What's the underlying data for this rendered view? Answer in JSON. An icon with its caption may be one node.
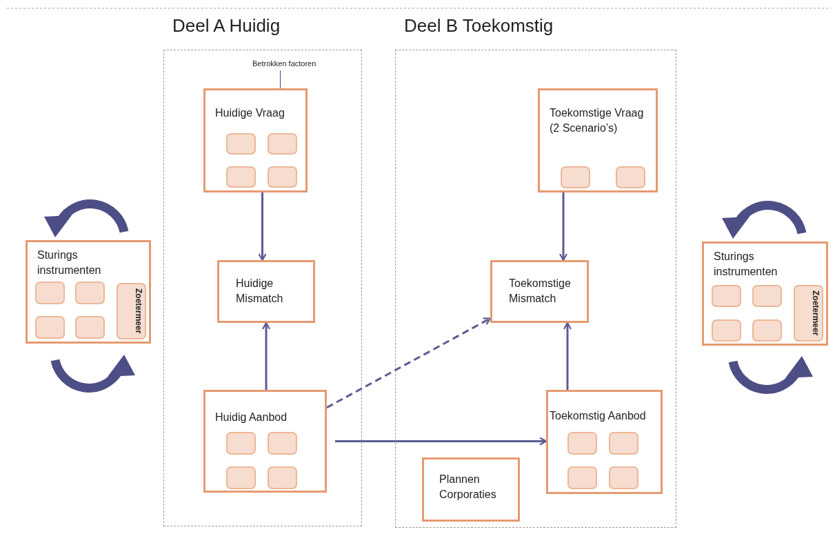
{
  "diagram": {
    "nodes": [
      {
        "text": [
          "Sturings instrumenten"
        ]
      },
      {
        "text": [],
        "shape": "box",
        "in": 0
      },
      {
        "text": [],
        "shape": "box",
        "in": 0
      },
      {
        "text": [],
        "shape": "box",
        "in": 0
      },
      {
        "text": [],
        "shape": "box",
        "in": 0
      },
      {
        "text": [
          "Zoetermeer"
        ],
        "in": 0
      },
      {
        "text": [
          "Deel A Huidig"
        ]
      },
      {
        "text": [
          "Betrokken factoren"
        ],
        "in": 6
      },
      {
        "text": [
          "Huidige Vraag"
        ],
        "in": 6
      },
      {
        "text": [],
        "shape": "box",
        "in": 8
      },
      {
        "text": [],
        "shape": "box",
        "in": 8
      },
      {
        "text": [],
        "shape": "box",
        "in": 8
      },
      {
        "text": [],
        "shape": "box",
        "in": 8
      },
      {
        "text": [
          "Huidige Mismatch"
        ],
        "in": 6
      },
      {
        "text": [
          "Huidig Aanbod"
        ],
        "in": 6
      },
      {
        "text": [],
        "shape": "box",
        "in": 14
      },
      {
        "text": [],
        "shape": "box",
        "in": 14
      },
      {
        "text": [],
        "shape": "box",
        "in": 14
      },
      {
        "text": [],
        "shape": "box",
        "in": 14
      },
      {
        "text": [
          "Deel B Toekomstig"
        ]
      },
      {
        "text": [
          "Toekomstige Vraag (2 Scenario’s)"
        ],
        "in": 19
      },
      {
        "text": [],
        "shape": "box",
        "in": 20
      },
      {
        "text": [],
        "shape": "box",
        "in": 20
      },
      {
        "text": [
          "Toekomstige Mismatch"
        ],
        "in": 19
      },
      {
        "text": [
          "Toekomstig Aanbod"
        ],
        "in": 19
      },
      {
        "text": [],
        "shape": "box",
        "in": 24
      },
      {
        "text": [],
        "shape": "box",
        "in": 24
      },
      {
        "text": [],
        "shape": "box",
        "in": 24
      },
      {
        "text": [],
        "shape": "box",
        "in": 24
      },
      {
        "text": [
          "Plannen Corporaties"
        ],
        "in": 19
      },
      {
        "text": [
          "Sturings instrumenten"
        ]
      },
      {
        "text": [],
        "shape": "box",
        "in": 30
      },
      {
        "text": [],
        "shape": "box",
        "in": 30
      },
      {
        "text": [],
        "shape": "box",
        "in": 30
      },
      {
        "text": [],
        "shape": "box",
        "in": 30
      },
      {
        "text": [
          "Zoetermeer"
        ],
        "in": 30
      }
    ],
    "edges": [
      {
        "from": 7,
        "to": 10,
        "arrow": "none"
      },
      {
        "from": 8,
        "to": 13,
        "arrow": "to"
      },
      {
        "from": 14,
        "to": 13,
        "arrow": "to"
      },
      {
        "from": 14,
        "to": 23,
        "arrow": "to",
        "style": "dashed"
      },
      {
        "from": 14,
        "to": 24,
        "arrow": "to"
      },
      {
        "from": 20,
        "to": 23,
        "arrow": "to"
      },
      {
        "from": 24,
        "to": 23,
        "arrow": "to"
      }
    ]
  }
}
